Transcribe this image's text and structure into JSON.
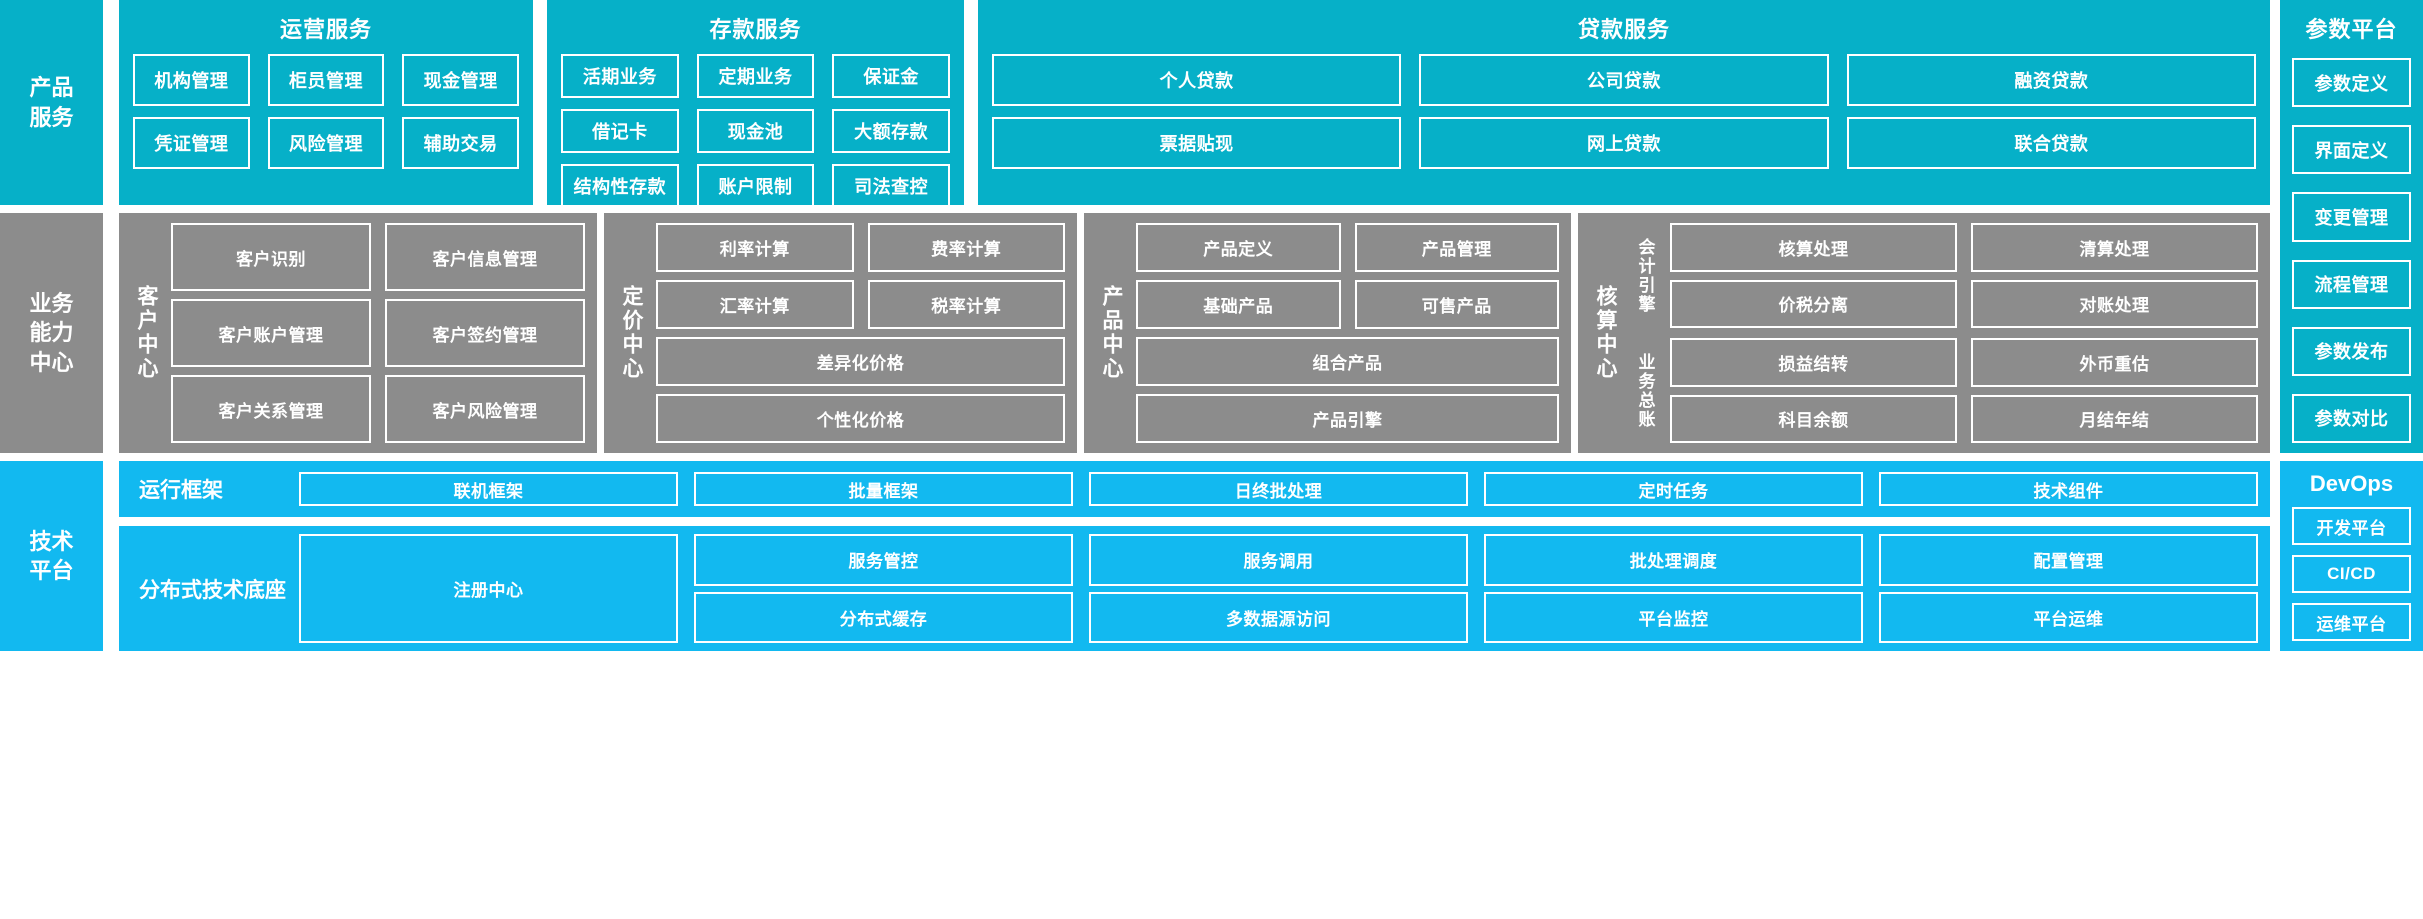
{
  "layers": {
    "product_services": {
      "label": "产品\n服务",
      "panels": [
        {
          "title": "运营服务",
          "items": [
            "机构管理",
            "柜员管理",
            "现金管理",
            "凭证管理",
            "风险管理",
            "辅助交易"
          ]
        },
        {
          "title": "存款服务",
          "items": [
            "活期业务",
            "定期业务",
            "保证金",
            "借记卡",
            "现金池",
            "大额存款",
            "结构性存款",
            "账户限制",
            "司法查控"
          ]
        },
        {
          "title": "贷款服务",
          "items": [
            "个人贷款",
            "公司贷款",
            "融资贷款",
            "票据贴现",
            "网上贷款",
            "联合贷款"
          ]
        }
      ]
    },
    "capability_centers": {
      "label": "业务\n能力\n中心",
      "centers": [
        {
          "name": "客户中心",
          "items": [
            "客户识别",
            "客户信息管理",
            "客户账户管理",
            "客户签约管理",
            "客户关系管理",
            "客户风险管理"
          ]
        },
        {
          "name": "定价中心",
          "items": [
            "利率计算",
            "费率计算",
            "汇率计算",
            "税率计算"
          ],
          "wide_items": [
            "差异化价格",
            "个性化价格"
          ]
        },
        {
          "name": "产品中心",
          "items": [
            "产品定义",
            "产品管理",
            "基础产品",
            "可售产品"
          ],
          "wide_items": [
            "组合产品",
            "产品引擎"
          ]
        },
        {
          "name": "核算中心",
          "subgroups": [
            {
              "name": "会计引擎",
              "items": [
                "核算处理",
                "清算处理",
                "价税分离",
                "对账处理"
              ]
            },
            {
              "name": "业务总账",
              "items": [
                "损益结转",
                "外币重估",
                "科目余额",
                "月结年结"
              ]
            }
          ]
        }
      ]
    },
    "technical_platform": {
      "label": "技术\n平台",
      "strips": [
        {
          "name": "运行框架",
          "items": [
            "联机框架",
            "批量框架",
            "日终批处理",
            "定时任务",
            "技术组件"
          ]
        },
        {
          "name": "分布式技术底座",
          "anchor_item": "注册中心",
          "items": [
            "服务管控",
            "服务调用",
            "批处理调度",
            "配置管理",
            "分布式缓存",
            "多数据源访问",
            "平台监控",
            "平台运维"
          ]
        }
      ]
    }
  },
  "side_columns": {
    "parameter_platform": {
      "title": "参数平台",
      "items": [
        "参数定义",
        "界面定义",
        "变更管理",
        "流程管理",
        "参数发布",
        "参数对比"
      ]
    },
    "devops": {
      "title": "DevOps",
      "items": [
        "开发平台",
        "CI/CD",
        "运维平台"
      ]
    }
  },
  "colors": {
    "cyan": "#06b0c8",
    "gray": "#8c8c8c",
    "blue": "#12b9f0",
    "white": "#ffffff"
  }
}
